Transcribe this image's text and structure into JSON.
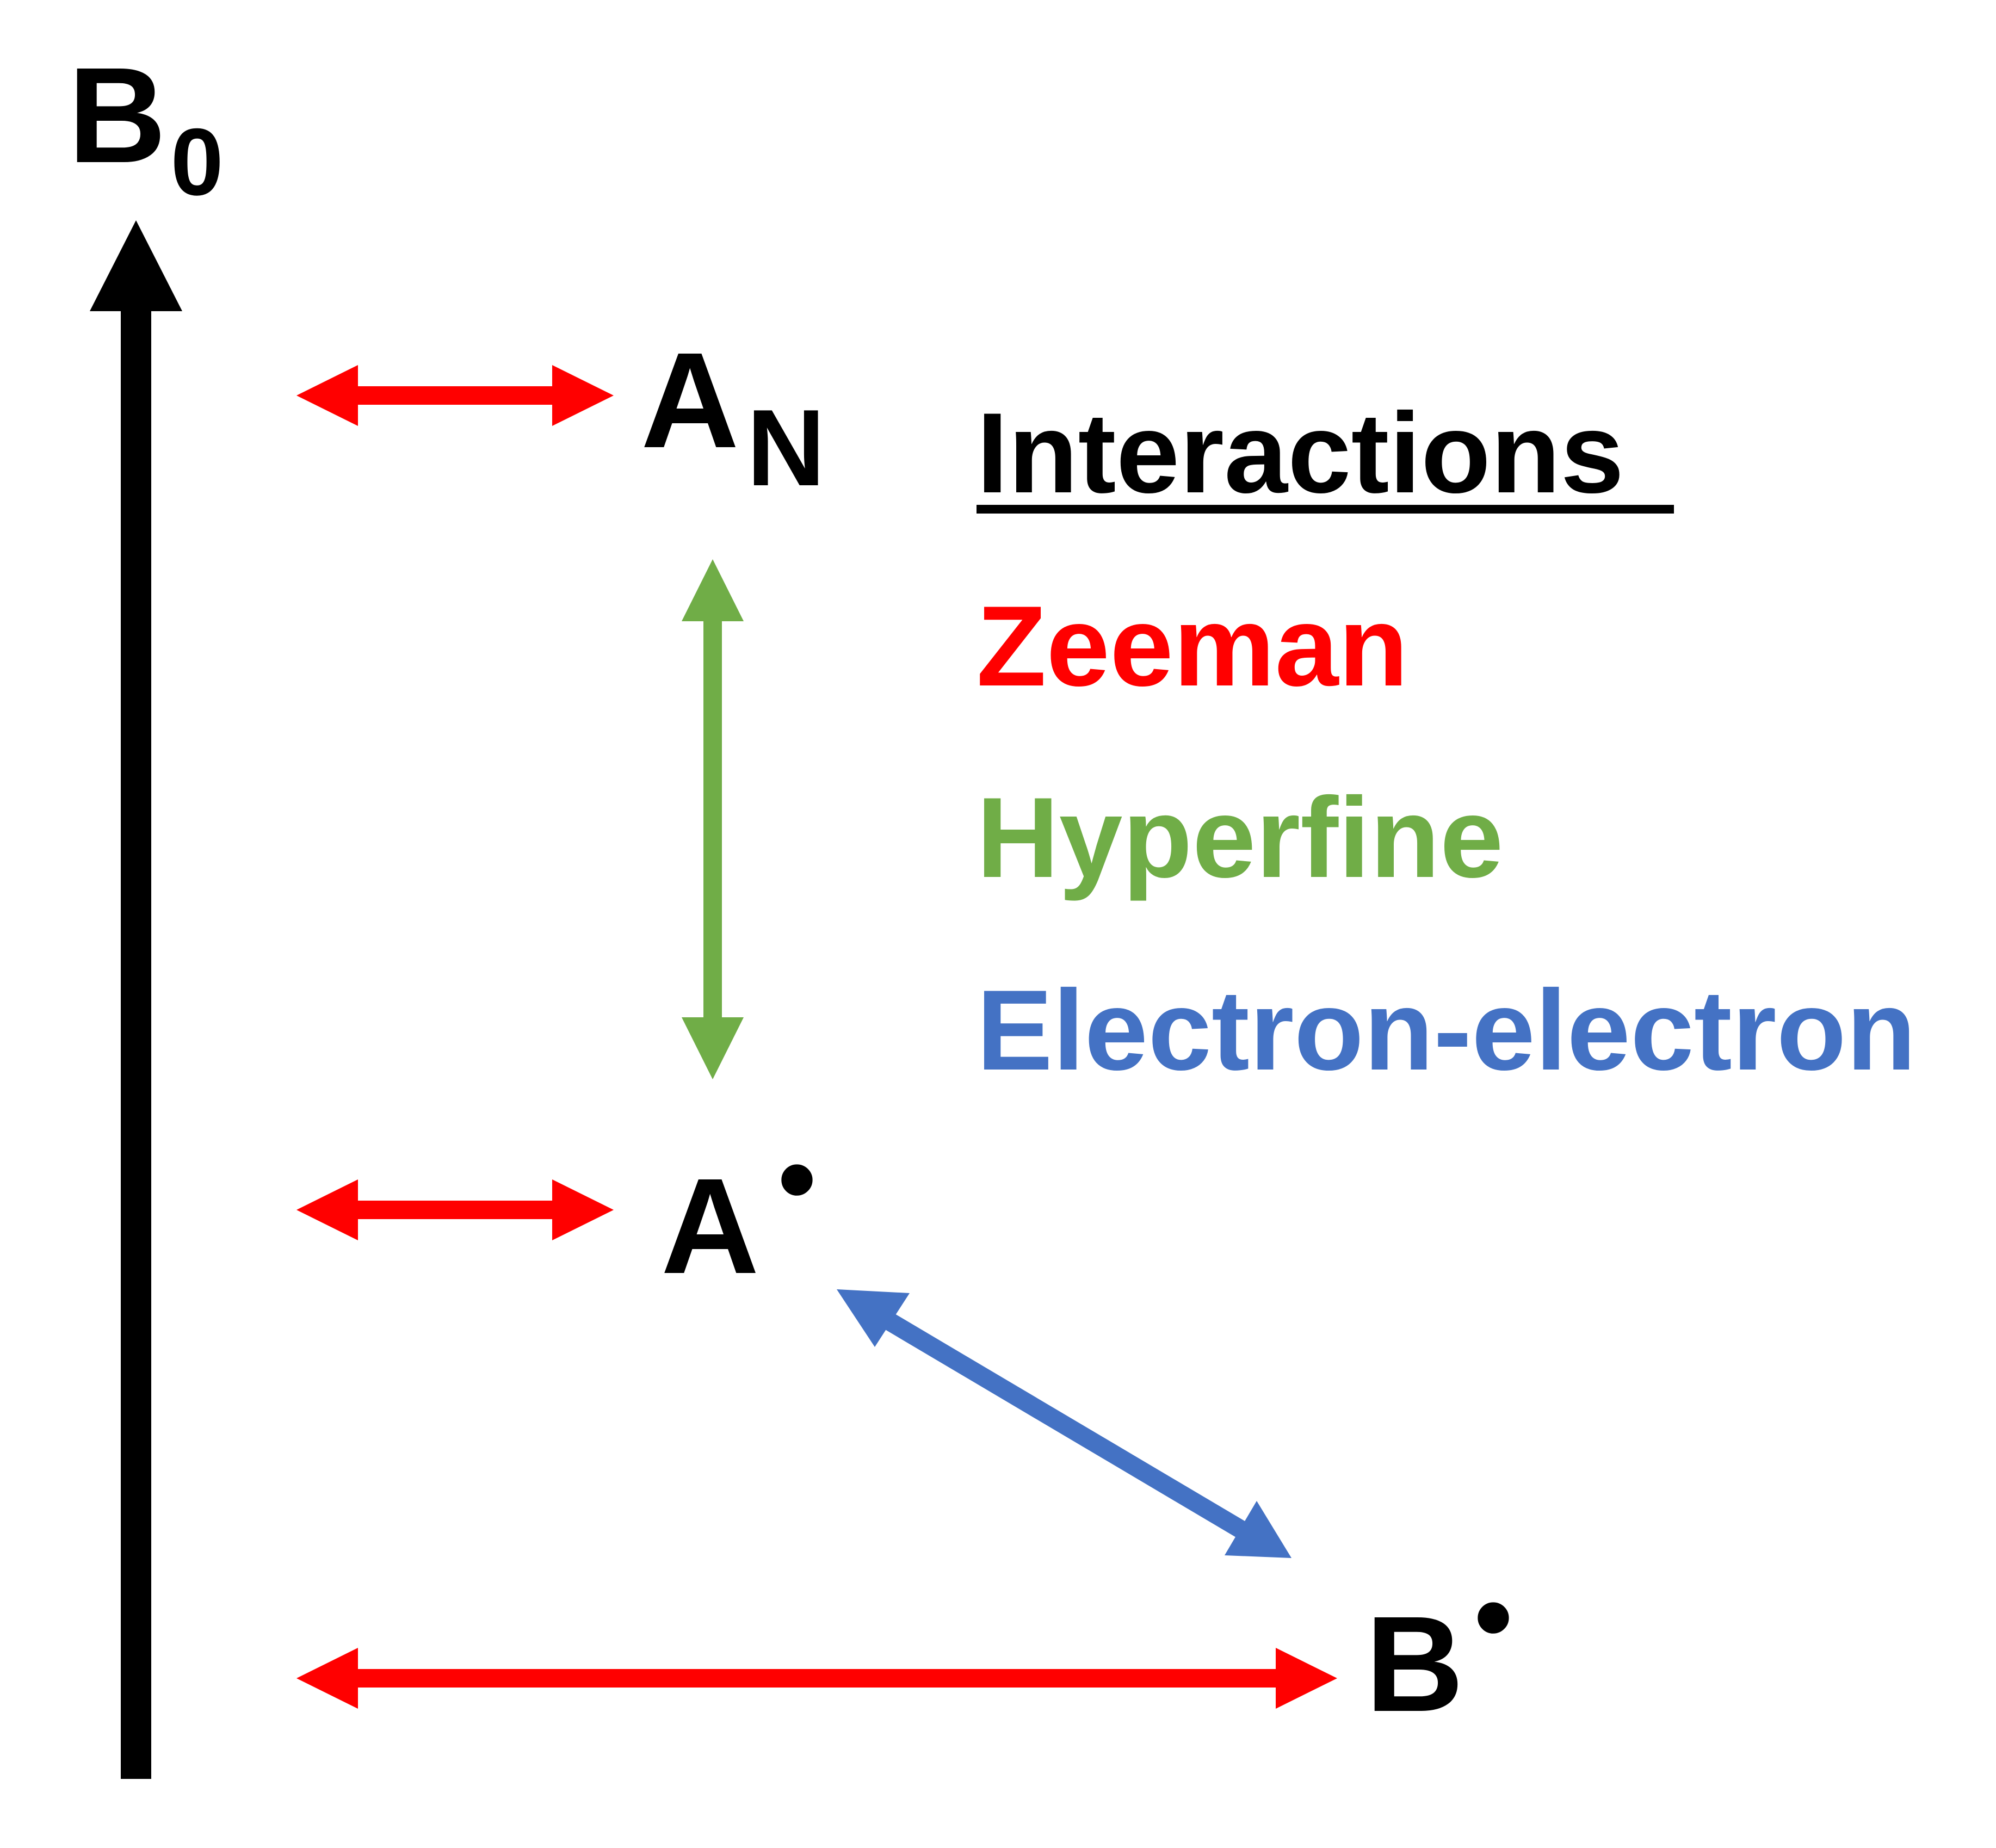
{
  "field": {
    "label": "B",
    "subscript": "0"
  },
  "species": {
    "nucleus": {
      "label": "A",
      "subscript": "N"
    },
    "radical_a": {
      "label": "A",
      "mark": "•"
    },
    "radical_b": {
      "label": "B",
      "mark": "•"
    }
  },
  "legend": {
    "heading": "Interactions",
    "items": [
      {
        "label": "Zeeman",
        "color": "#ff0000"
      },
      {
        "label": "Hyperfine",
        "color": "#70ad47"
      },
      {
        "label": "Electron-electron",
        "color": "#4472c4"
      }
    ]
  },
  "colors": {
    "field_arrow": "#000000",
    "zeeman": "#ff0000",
    "hyperfine": "#70ad47",
    "electron_electron": "#4472c4",
    "text": "#000000"
  }
}
